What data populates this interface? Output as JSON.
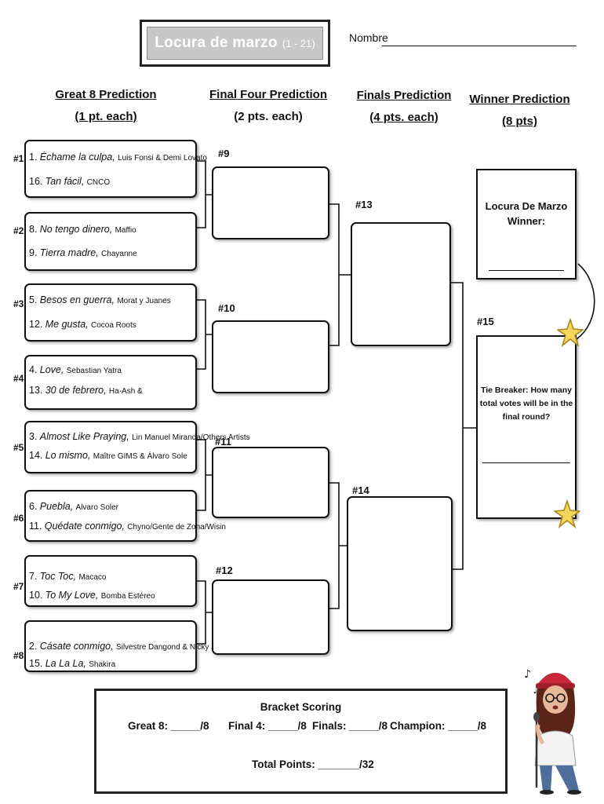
{
  "header": {
    "title": "Locura de marzo",
    "title_range": "(1 - 21)",
    "name_label": "Nombre"
  },
  "columns": [
    {
      "line1": "Great 8 Prediction",
      "line2": "(1 pt. each)"
    },
    {
      "line1": "Final Four Prediction",
      "line2": "(2 pts. each)"
    },
    {
      "line1": "Finals Prediction",
      "line2": "(4 pts. each)"
    },
    {
      "line1": "Winner Prediction",
      "line2": "(8 pts)"
    }
  ],
  "matchups": [
    {
      "label": "#1",
      "a": {
        "seed": "1.",
        "song": "Échame la culpa,",
        "artist": "Luis Fonsi & Demi Lovato"
      },
      "b": {
        "seed": "16.",
        "song": "Tan fácil,",
        "artist": "CNCO"
      }
    },
    {
      "label": "#2",
      "a": {
        "seed": "8.",
        "song": "No tengo dinero,",
        "artist": "Maffio"
      },
      "b": {
        "seed": "9.",
        "song": "Tierra madre,",
        "artist": "Chayanne"
      }
    },
    {
      "label": "#3",
      "a": {
        "seed": "5.",
        "song": "Besos en guerra,",
        "artist": "Morat y Juanes"
      },
      "b": {
        "seed": "12.",
        "song": "Me gusta,",
        "artist": "Cocoa Roots"
      }
    },
    {
      "label": "#4",
      "a": {
        "seed": "4.",
        "song": "Love,",
        "artist": "Sebastian Yatra"
      },
      "b": {
        "seed": "13.",
        "song": "30 de febrero,",
        "artist": "Ha-Ash &"
      }
    },
    {
      "label": "#5",
      "a": {
        "seed": "3.",
        "song": "Almost Like Praying,",
        "artist": "Lin Manuel Miranda/Others Artists"
      },
      "b": {
        "seed": "14.",
        "song": "Lo mismo,",
        "artist": "Maître GIMS & Álvaro Sole"
      }
    },
    {
      "label": "#6",
      "a": {
        "seed": "6.",
        "song": "Puebla,",
        "artist": "Alvaro Soler"
      },
      "b": {
        "seed": "11.",
        "song": "Quédate conmigo,",
        "artist": "Chyno/Gente de Zona/Wisin"
      }
    },
    {
      "label": "#7",
      "a": {
        "seed": "7.",
        "song": "Toc Toc,",
        "artist": "Macaco"
      },
      "b": {
        "seed": "10.",
        "song": "To My Love,",
        "artist": "Bomba Estéreo"
      }
    },
    {
      "label": "#8",
      "a": {
        "seed": "2.",
        "song": "Cásate conmigo,",
        "artist": "Silvestre Dangond & Nicky Jam"
      },
      "b": {
        "seed": "15.",
        "song": "La La La,",
        "artist": "Shakira"
      }
    }
  ],
  "final_four_labels": [
    "#9",
    "#10",
    "#11",
    "#12"
  ],
  "finals_labels": [
    "#13",
    "#14"
  ],
  "final_label": "#15",
  "winner_box": {
    "line1": "Locura De Marzo",
    "line2": "Winner:"
  },
  "tie_breaker": {
    "line1": "Tie Breaker: How many",
    "line2": "total votes will be in the",
    "line3": "final round?"
  },
  "scoring": {
    "title": "Bracket Scoring",
    "great8": "Great 8: _____/8",
    "final4": "Final 4: _____/8",
    "finals": "Finals: _____/8",
    "champion": "Champion: _____/8",
    "total": "Total Points: _______/32"
  }
}
